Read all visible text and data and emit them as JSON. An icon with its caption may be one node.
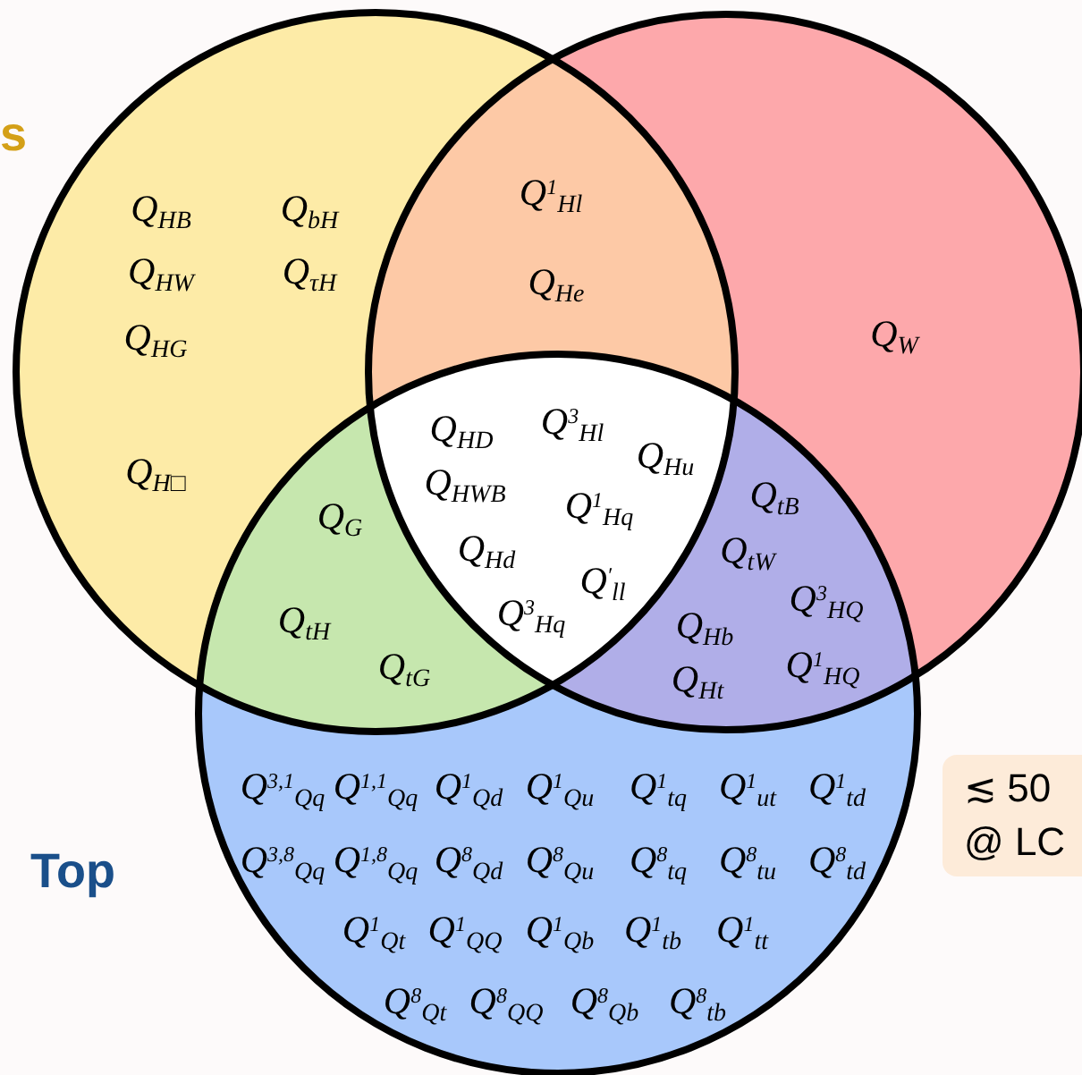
{
  "diagram": {
    "nodes": [
      {
        "text": [
          "s"
        ]
      },
      {
        "text": [],
        "shape": "circle"
      },
      {
        "text": [
          "Top"
        ]
      },
      {
        "text": [
          "≲ 50 @ LC"
        ]
      }
    ],
    "labels": [
      "Q$_{HB}$",
      "Q$_{bH}$",
      "Q$_{HW}$",
      "Q$_{τH}$",
      "Q$_{HG}$",
      "Q$_{H□}$",
      "Q$^{1}$$_{Hl}$",
      "Q$_{He}$",
      "Q$_{W}$",
      "Q$_{HD}$",
      "Q$^{3}$$_{Hl}$",
      "Q$_{Hu}$",
      "Q$_{HWB}$",
      "Q$^{1}$$_{Hq}$",
      "Q$_{Hd}$",
      "Q$^{′}$$_{ll}$",
      "Q$^{3}$$_{Hq}$",
      "Q$_{G}$",
      "Q$_{tH}$",
      "Q$_{tG}$",
      "Q$_{tB}$",
      "Q$_{tW}$",
      "Q$^{3}$$_{HQ}$",
      "Q$_{Hb}$",
      "Q$_{Ht}$",
      "Q$^{1}$$_{HQ}$",
      "Q$^{3,1}$$_{Qq}$",
      "Q$^{1,1}$$_{Qq}$",
      "Q$^{1}$$_{Qd}$",
      "Q$^{1}$$_{Qu}$",
      "Q$^{1}$$_{tq}$",
      "Q$^{1}$$_{ut}$",
      "Q$^{1}$$_{td}$",
      "Q$^{3,8}$$_{Qq}$",
      "Q$^{1,8}$$_{Qq}$",
      "Q$^{8}$$_{Qd}$",
      "Q$^{8}$$_{Qu}$",
      "Q$^{8}$$_{tq}$",
      "Q$^{8}$$_{tu}$",
      "Q$^{8}$$_{td}$",
      "Q$^{1}$$_{Qt}$",
      "Q$^{1}$$_{QQ}$",
      "Q$^{1}$$_{Qb}$",
      "Q$^{1}$$_{tb}$",
      "Q$^{1}$$_{tt}$",
      "Q$^{8}$$_{Qt}$",
      "Q$^{8}$$_{QQ}$",
      "Q$^{8}$$_{Qb}$",
      "Q$^{8}$$_{tb}$"
    ]
  }
}
